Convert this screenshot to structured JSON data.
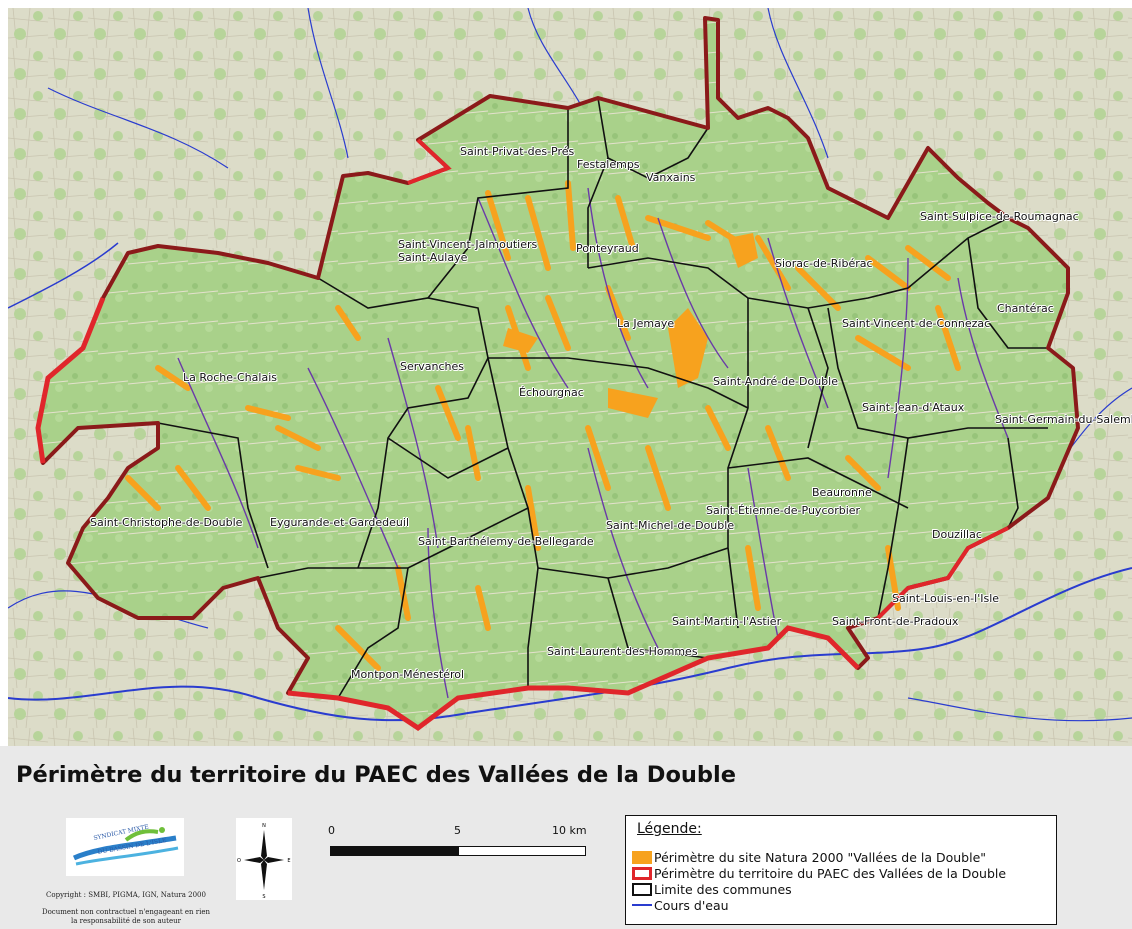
{
  "map": {
    "communes": [
      "Saint-Privat-des-Prés",
      "Festalemps",
      "Vanxains",
      "Saint-Sulpice-de-Roumagnac",
      "Saint-Vincent-Jalmoutiers",
      "Saint-Aulaye",
      "Ponteyraud",
      "Siorac-de-Ribérac",
      "Chantérac",
      "La Jemaye",
      "Saint-Vincent-de-Connezac",
      "La Roche-Chalais",
      "Servanches",
      "Échourgnac",
      "Saint-André-de-Double",
      "Saint-Jean-d'Ataux",
      "Saint-Germain-du-Salembre",
      "Beauronne",
      "Saint-Étienne-de-Puycorbier",
      "Saint-Christophe-de-Double",
      "Saint-Michel-de-Double",
      "Douzillac",
      "Eygurande-et-Gardedeuil",
      "Saint-Barthélemy-de-Bellegarde",
      "Saint-Louis-en-l'Isle",
      "Saint-Martin-l'Astier",
      "Saint-Front-de-Pradoux",
      "Saint-Laurent-des-Hommes",
      "Montpon-Ménestérol"
    ],
    "colors": {
      "forest": "#a9d18a",
      "farmland": "#e6e3cf",
      "natura2000": "#f7a21e",
      "paec_outline": "#8b1a1a",
      "paec_outline_river": "#e0262b",
      "commune_boundary": "#111111",
      "watercourse": "#2a3ccf",
      "watercourse_in_site": "#6a3aa8"
    }
  },
  "footer": {
    "title": "Périmètre du territoire du PAEC des Vallées de la Double",
    "logo_text_1": "SYNDICAT MIXTE",
    "logo_text_2": "DU BASSIN DE L'ISLE",
    "copyright": "Copyright : SMBI, PIGMA, IGN, Natura 2000",
    "disclaimer_1": "Document non contractuel n'engageant en rien",
    "disclaimer_2": "la responsabilité de son auteur",
    "compass": {
      "n": "N",
      "s": "S",
      "e": "E",
      "o": "O"
    },
    "scale": {
      "labels": [
        "0",
        "5",
        "10 km"
      ]
    },
    "legend": {
      "title": "Légende:",
      "items": [
        {
          "label": "Périmètre du site Natura 2000 \"Vallées de la Double\"",
          "symbol": "fill"
        },
        {
          "label": "Périmètre du territoire du PAEC des Vallées de la Double",
          "symbol": "outline-red"
        },
        {
          "label": "Limite des communes",
          "symbol": "outline-black"
        },
        {
          "label": "Cours d'eau",
          "symbol": "line-blue"
        }
      ]
    }
  }
}
